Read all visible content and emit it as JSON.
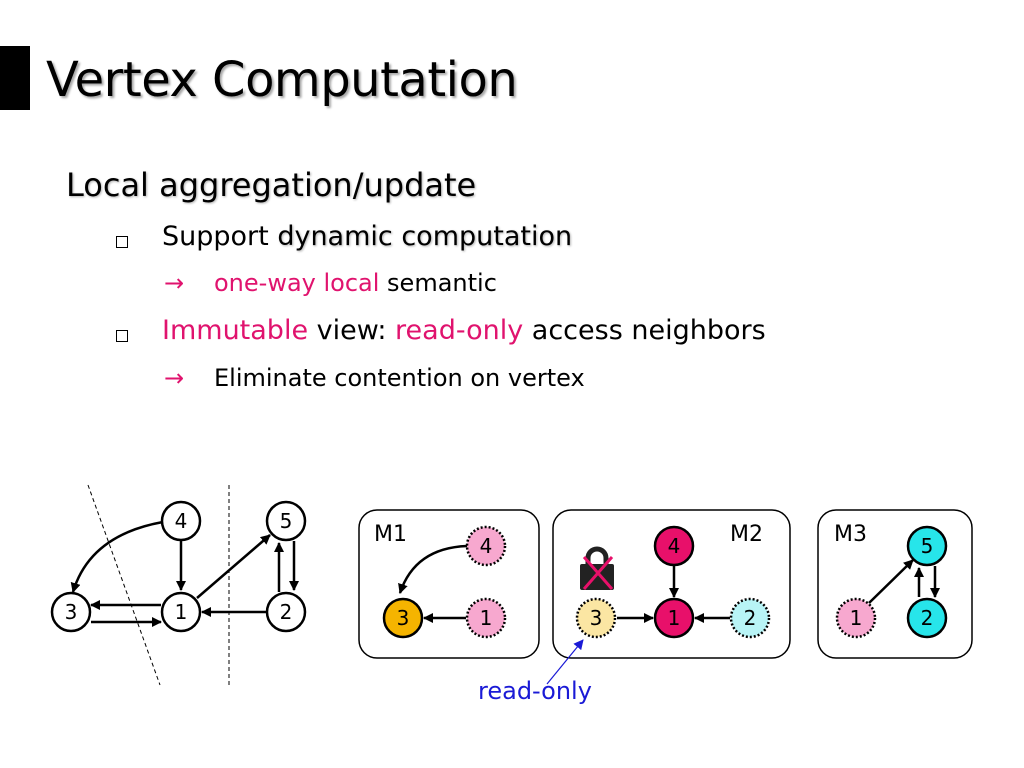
{
  "slide": {
    "title": "Vertex Computation",
    "heading": "Local aggregation/update",
    "bullet1": {
      "prefix": "Support ",
      "emphasis": "dynamic computation"
    },
    "sub1": {
      "arrow": "→",
      "highlight": "one-way local",
      "rest": " semantic"
    },
    "bullet2": {
      "part1": "Immutable",
      "part2": " view: ",
      "part3": "read-only",
      "part4": " access neighbors"
    },
    "sub2": {
      "arrow": "→",
      "text": "Eliminate contention on vertex"
    }
  },
  "diagram": {
    "graph_nodes": [
      "4",
      "5",
      "3",
      "1",
      "2"
    ],
    "m1": {
      "label": "M1",
      "nodes": [
        "4",
        "3",
        "1"
      ]
    },
    "m2": {
      "label": "M2",
      "nodes": [
        "4",
        "3",
        "1",
        "2"
      ]
    },
    "m3": {
      "label": "M3",
      "nodes": [
        "5",
        "1",
        "2"
      ]
    },
    "annotation": "read-only"
  },
  "colors": {
    "pink_text": "#e0136e",
    "blue_annotation": "#1a1ad6",
    "node_orange": "#f5b400",
    "node_pink_light": "#f7a8cf",
    "node_red": "#e8106a",
    "node_cyan": "#27e5ea",
    "node_cyan_light": "#b8f4f6",
    "node_yellow_light": "#fbe6a3",
    "lock_cross": "#e8106a"
  }
}
